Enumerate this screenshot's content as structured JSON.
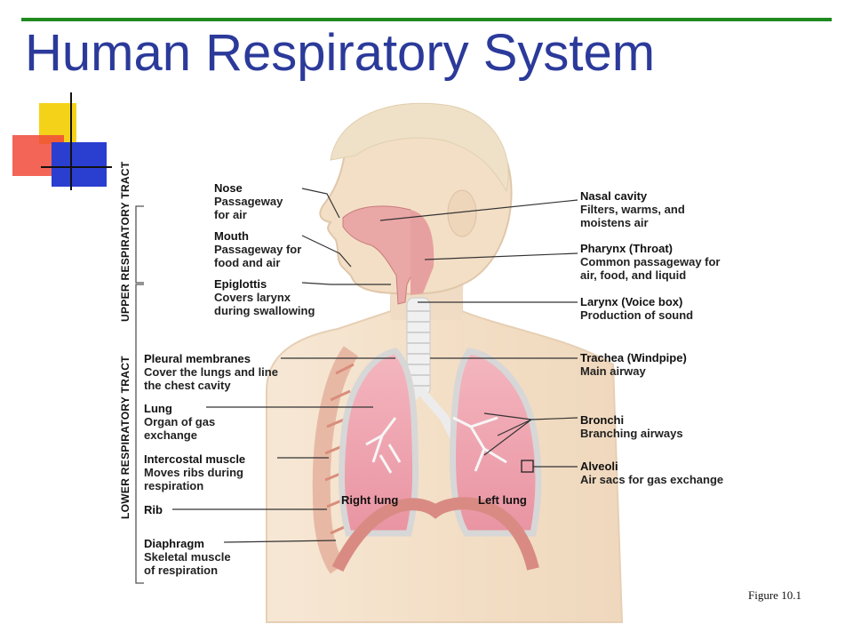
{
  "slide": {
    "title": "Human Respiratory System",
    "figure_ref": "Figure 10.1",
    "accent_colors": {
      "title": "#2b3a9a",
      "rule": "#1f8a1f"
    }
  },
  "tracts": {
    "upper": "UPPER RESPIRATORY TRACT",
    "lower": "LOWER RESPIRATORY TRACT"
  },
  "lung_labels": {
    "right": "Right lung",
    "left": "Left lung"
  },
  "left_labels": [
    {
      "name": "Nose",
      "desc1": "Passageway",
      "desc2": "for air",
      "desc3": ""
    },
    {
      "name": "Mouth",
      "desc1": "Passageway for",
      "desc2": "food and air",
      "desc3": ""
    },
    {
      "name": "Epiglottis",
      "desc1": "Covers larynx",
      "desc2": "during swallowing",
      "desc3": ""
    },
    {
      "name": "Pleural membranes",
      "desc1": "Cover the lungs and line",
      "desc2": "the chest cavity",
      "desc3": ""
    },
    {
      "name": "Lung",
      "desc1": "Organ of gas",
      "desc2": "exchange",
      "desc3": ""
    },
    {
      "name": "Intercostal muscle",
      "desc1": "Moves ribs during",
      "desc2": "respiration",
      "desc3": ""
    },
    {
      "name": "Rib",
      "desc1": "",
      "desc2": "",
      "desc3": ""
    },
    {
      "name": "Diaphragm",
      "desc1": "Skeletal muscle",
      "desc2": "of respiration",
      "desc3": ""
    }
  ],
  "right_labels": [
    {
      "name": "Nasal cavity",
      "desc1": "Filters, warms, and",
      "desc2": "moistens air"
    },
    {
      "name": "Pharynx (Throat)",
      "desc1": "Common passageway for",
      "desc2": "air, food, and liquid"
    },
    {
      "name": "Larynx (Voice box)",
      "desc1": "Production of sound",
      "desc2": ""
    },
    {
      "name": "Trachea (Windpipe)",
      "desc1": "Main airway",
      "desc2": ""
    },
    {
      "name": "Bronchi",
      "desc1": "Branching airways",
      "desc2": ""
    },
    {
      "name": "Alveoli",
      "desc1": "Air sacs for gas exchange",
      "desc2": ""
    }
  ]
}
